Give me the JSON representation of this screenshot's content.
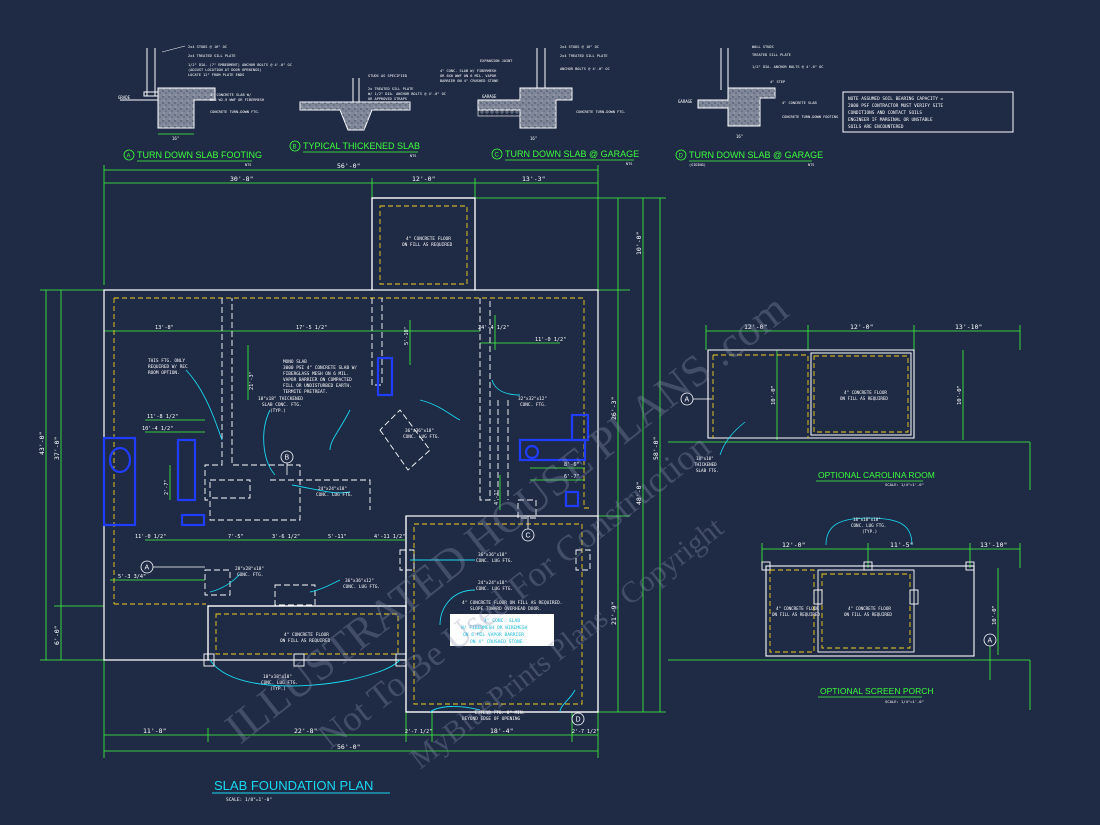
{
  "colors": {
    "background": "#1f2a44",
    "outline": "#ffffff",
    "dimension": "#3cff3c",
    "annotation": "#19d8f0",
    "footing_dash": "#f0d020",
    "fixture": "#1f3cff",
    "watermark": "#8c96b4"
  },
  "details": {
    "a": {
      "marker": "A",
      "title": "TURN DOWN SLAB FOOTING",
      "scale": "NTS",
      "notes": [
        "2x4 STUDS @ 16\" OC",
        "2x4 TREATED SILL PLATE",
        "1/2\" DIA. (7\" EMBEDMENT) ANCHOR BOLTS @ 4'-0\" OC",
        "(ADJUST LOCATION AT DOOR OPENINGS)",
        "LOCATE 12\" FROM PLATE ENDS",
        "4\" CONCRETE SLAB W/",
        "6X6 W2.9 WWF OR FIBERMESH",
        "CONCRETE TURN-DOWN FTG."
      ],
      "grade": "GRADE",
      "width": "16\""
    },
    "b": {
      "marker": "B",
      "title": "TYPICAL THICKENED SLAB",
      "scale": "NTS",
      "notes": [
        "STUDS AS SPECIFIED",
        "2x TREATED SILL PLATE",
        "W/ 1/2\" DIA. ANCHOR BOLTS @ 4'-0\" OC",
        "OR APPROVED STRAPS"
      ]
    },
    "c": {
      "marker": "C",
      "title": "TURN DOWN SLAB @ GARAGE",
      "scale": "NTS",
      "notes": [
        "EXPANSION JOINT",
        "4\" CONC. SLAB W/ FIBERMESH",
        "OR 6X6 WWF ON 6 MIL. VAPOR",
        "BARRIER ON 4\" CRUSHED STONE",
        "2x4 STUDS @ 16\" OC",
        "2x4 TREATED SILL PLATE",
        "ANCHOR BOLTS @ 4'-0\" OC",
        "CONCRETE TURN-DOWN FTG."
      ],
      "garage": "GARAGE",
      "width": "16\""
    },
    "d": {
      "marker": "D",
      "title": "TURN DOWN SLAB @ GARAGE",
      "sub": "(SIDING)",
      "scale": "NTS",
      "notes": [
        "WALL STUDS",
        "TREATED SILL PLATE",
        "1/2\" DIA. ANCHOR BOLTS @ 4'-0\" OC",
        "4\" STEP",
        "4\" CONCRETE SLAB",
        "CONCRETE TURN-DOWN FOOTING"
      ],
      "garage": "GARAGE",
      "width": "16\""
    }
  },
  "note_box": {
    "lines": [
      "NOTE ASSUMED SOIL BEARING CAPACITY =",
      "2000 PSF CONTRACTOR MUST VERIFY SITE",
      "CONDITIONS AND CONTACT SOILS",
      "ENGINEER IF MARGINAL OR UNSTABLE",
      "SOILS ARE ENCOUNTERED"
    ]
  },
  "plan": {
    "title": "SLAB FOUNDATION PLAN",
    "scale": "SCALE: 1/8\"=1'-0\"",
    "dims": {
      "top_overall": "56'-0\"",
      "top_a": "30'-8\"",
      "top_b": "12'-0\"",
      "top_c": "13'-3\"",
      "bottom_overall": "56'-0\"",
      "bottom_a": "11'-8\"",
      "bottom_b": "22'-8\"",
      "bottom_c": "18'-4\"",
      "bottom_d": "2'-7 1/2\"",
      "bottom_e": "2'-7 1/2\"",
      "left_overall": "43'-0\"",
      "left_a": "37'-0\"",
      "left_b": "6'-0\"",
      "right_overall": "58'-0\"",
      "right_a": "10'-0\"",
      "right_b": "26'-3\"",
      "right_c": "21'-9\"",
      "right_d": "48'-0\"",
      "inner": [
        "13'-8\"",
        "17'-5 1/2\"",
        "5'-10\"",
        "24'-4 1/2\"",
        "11'-0 1/2\"",
        "21'-3\"",
        "11'-8 1/2\"",
        "10'-4 1/2\"",
        "7'-5\"",
        "3'-6 1/2\"",
        "5'-11\"",
        "4'-11 1/2\"",
        "11'-0 1/2\"",
        "5'-3 3/4\"",
        "8'-6\"",
        "6'-7\"",
        "4'-1\"",
        "2'-7\""
      ]
    },
    "labels": {
      "mono_slab": [
        "MONO SLAB",
        "3000 PSI 4\" CONCRETE SLAB W/",
        "FIBERGLASS MESH ON 6 MIL.",
        "VAPOR BARRIER ON COMPACTED",
        "FILL OR UNDISTURBED EARTH.",
        "TERMITE PRETREAT."
      ],
      "ftg_only": [
        "THIS FTG. ONLY",
        "REQUIRED W/ REC",
        "ROOM OPTION."
      ],
      "thick_slab": [
        "18\"x18\" THICKENED",
        "SLAB CONC. FTG.",
        "(TYP.)"
      ],
      "lug36": [
        "36\"x36\"x18\"",
        "CONC. LUG FTG."
      ],
      "ftg32": [
        "32\"x32\"x12\"",
        "CONC. FTG."
      ],
      "lug24": [
        "24\"x24\"x18\"",
        "CONC. LUG FTG."
      ],
      "ftg28": [
        "28\"x28\"x18\"",
        "CONC. FTG."
      ],
      "lug36b": [
        "36\"x36\"x12\"",
        "CONC. LUG FTG."
      ],
      "lug36c": [
        "36\"x36\"x18\"",
        "CONC. LUG FTG."
      ],
      "lug24b": [
        "24\"x24\"x18\"",
        "CONC. LUG FTG."
      ],
      "porch_floor": [
        "4\" CONCRETE FLOOR",
        "ON FILL AS REQUIRED"
      ],
      "top_floor": [
        "4\" CONCRETE FLOOR",
        "ON FILL AS REQUIRED"
      ],
      "garage_floor": [
        "4\" CONCRETE FLOOR ON FILL AS REQUIRED.",
        "SLOPE TOWARD OVERHEAD DOOR."
      ],
      "garage_slab": [
        "4\" CONC. SLAB",
        "W/ FIBERMESH OR WIREMESH",
        "ON 6 MIL VAPOR BARRIER",
        "ON 4\" CRUSHED STONE."
      ],
      "lug18": [
        "18\"x18\"x18\"",
        "CONC. LUG FTG.",
        "(TYP.)"
      ],
      "extend": [
        "EXTEND FTG. 8\" MIN.",
        "BEYOND EDGE OF OPENING"
      ]
    },
    "markers": [
      "A",
      "B",
      "C",
      "D"
    ]
  },
  "carolina": {
    "title": "OPTIONAL CAROLINA ROOM",
    "scale": "SCALE: 1/4\"=1'-0\"",
    "dims": [
      "12'-0\"",
      "12'-0\"",
      "13'-10\"",
      "10'-0\"",
      "10'-0\""
    ],
    "floor": [
      "4\" CONCRETE FLOOR",
      "ON FILL AS REQUIRED"
    ],
    "thick": [
      "18\"x18\"",
      "THICKENED",
      "SLAB FTG."
    ],
    "marker": "A"
  },
  "screen_porch": {
    "title": "OPTIONAL SCREEN PORCH",
    "scale": "SCALE: 1/4\"=1'-0\"",
    "dims": [
      "12'-0\"",
      "11'-5\"",
      "13'-10\"",
      "10'-0\""
    ],
    "lug": [
      "18\"x18\"x18\"",
      "CONC. LUG FTG.",
      "(TYP.)"
    ],
    "floor_left": [
      "4\" CONCRETE FLOOR",
      "ON FILL AS REQUIRED"
    ],
    "floor_right": [
      "4\" CONCRETE FLOOR",
      "ON FILL AS REQUIRED"
    ],
    "marker": "A"
  },
  "watermark": {
    "lines": [
      "ILLUSTRATED HOUSE PLANS .com",
      "Not To Be Used For Construction",
      "MyBluePrints Plans - Copyright"
    ]
  }
}
